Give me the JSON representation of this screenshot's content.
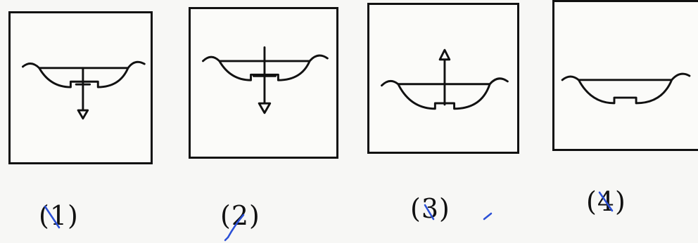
{
  "options": [
    {
      "label": "(1)",
      "arrow": "down",
      "pen_color": "#2a4fd6"
    },
    {
      "label": "(2)",
      "arrow": "down",
      "pen_color": "#2a4fd6"
    },
    {
      "label": "(3)",
      "arrow": "up",
      "pen_color": "#2a4fd6"
    },
    {
      "label": "(4)",
      "arrow": "none",
      "pen_color": "#2a4fd6"
    }
  ]
}
